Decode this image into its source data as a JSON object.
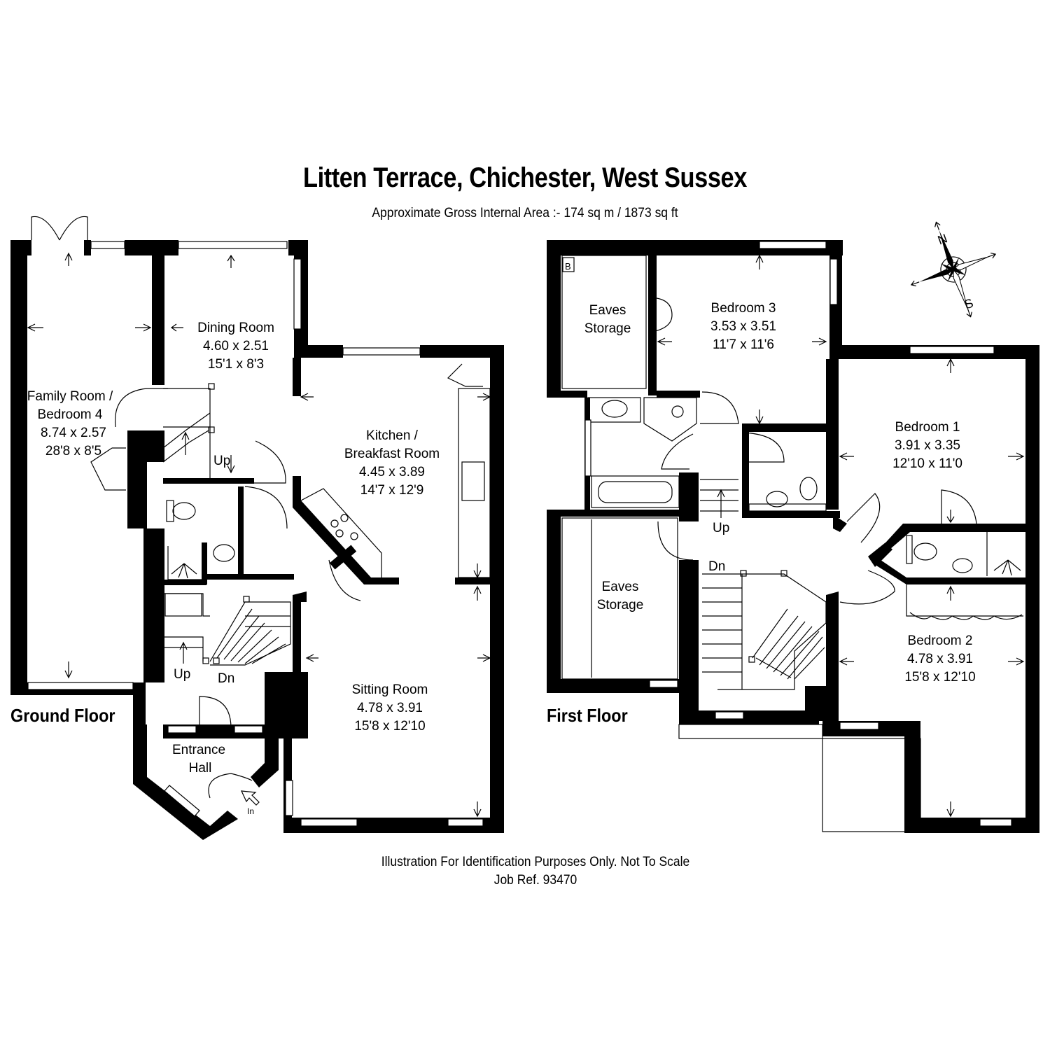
{
  "title": "Litten Terrace, Chichester, West Sussex",
  "subtitle": "Approximate Gross Internal Area  :- 174 sq m / 1873 sq ft",
  "ground_floor": {
    "label": "Ground Floor",
    "rooms": [
      {
        "name": [
          "Family Room /",
          "Bedroom 4"
        ],
        "metric": "8.74 x 2.57",
        "imperial": "28'8 x 8'5"
      },
      {
        "name": [
          "Dining Room"
        ],
        "metric": "4.60 x 2.51",
        "imperial": "15'1 x 8'3"
      },
      {
        "name": [
          "Kitchen /",
          "Breakfast Room"
        ],
        "metric": "4.45 x 3.89",
        "imperial": "14'7 x 12'9"
      },
      {
        "name": [
          "Sitting Room"
        ],
        "metric": "4.78 x 3.91",
        "imperial": "15'8 x 12'10"
      },
      {
        "name": [
          "Entrance",
          "Hall"
        ],
        "metric": "",
        "imperial": ""
      }
    ],
    "stair_up_1": "Up",
    "stair_up_2": "Up",
    "stair_down": "Dn",
    "entrance_marker": "In"
  },
  "first_floor": {
    "label": "First Floor",
    "rooms": [
      {
        "name": [
          "Eaves",
          "Storage"
        ],
        "metric": "",
        "imperial": ""
      },
      {
        "name": [
          "Bedroom 3"
        ],
        "metric": "3.53 x 3.51",
        "imperial": "11'7 x 11'6"
      },
      {
        "name": [
          "Bedroom 1"
        ],
        "metric": "3.91 x 3.35",
        "imperial": "12'10 x 11'0"
      },
      {
        "name": [
          "Eaves",
          "Storage"
        ],
        "metric": "",
        "imperial": ""
      },
      {
        "name": [
          "Bedroom 2"
        ],
        "metric": "4.78 x 3.91",
        "imperial": "15'8 x 12'10"
      }
    ],
    "stair_up": "Up",
    "stair_down": "Dn",
    "boiler_marker": "B"
  },
  "compass": {
    "north": "N",
    "south": "S"
  },
  "footer": {
    "line1": "Illustration For Identification Purposes Only. Not To Scale",
    "line2": "Job Ref.  93470"
  }
}
